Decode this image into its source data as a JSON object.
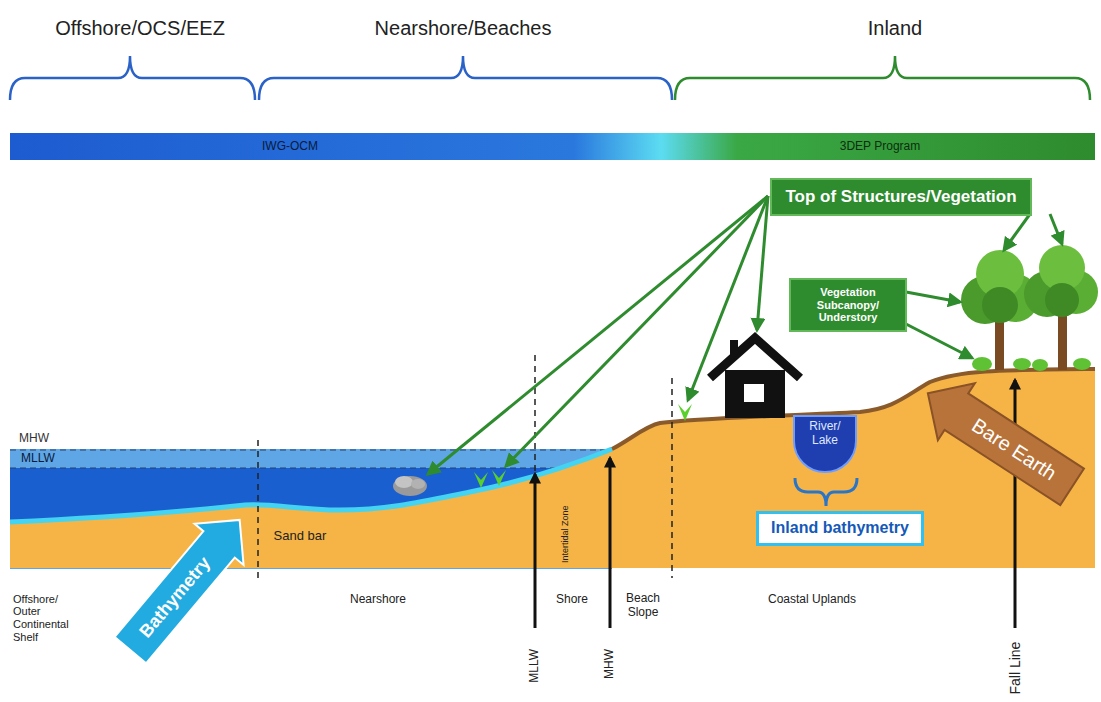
{
  "diagram": {
    "nodes": [
      {
        "text": [
          "Top of Structures/Vegetation"
        ]
      },
      {
        "text": [
          "Vegetation Subcanopy/ Understory"
        ]
      },
      {
        "text": [
          "River/ Lake"
        ]
      },
      {
        "text": [
          "Inland bathymetry"
        ]
      },
      {
        "text": [
          "Bare Earth"
        ]
      },
      {
        "text": [
          "Bathymetry"
        ]
      }
    ],
    "labels": [
      "Offshore/OCS/EEZ",
      "Nearshore/Beaches",
      "Inland",
      "IWG-OCM",
      "3DEP Program",
      "MHW",
      "MLLW",
      "Sand bar",
      "Intertidal Zone",
      "Offshore/ Outer Continental Shelf",
      "Nearshore",
      "Shore",
      "Beach Slope",
      "Coastal Uplands",
      "MLLW",
      "MHW",
      "Fall Line"
    ]
  }
}
